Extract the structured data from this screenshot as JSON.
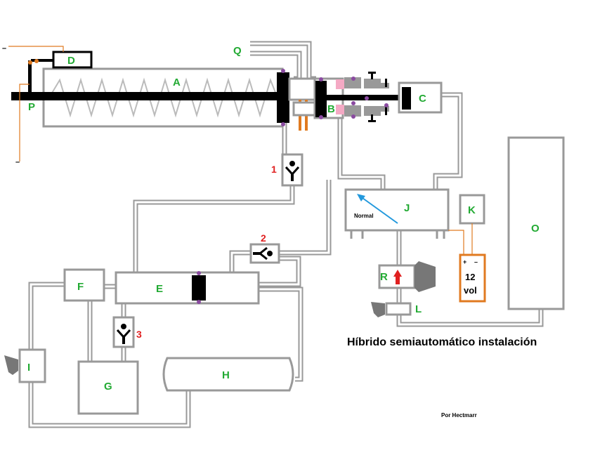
{
  "title": "Híbrido semiautomático instalación",
  "author": "Por Hectmarr",
  "labels": {
    "A": "A",
    "B": "B",
    "C": "C",
    "D": "D",
    "E": "E",
    "F": "F",
    "G": "G",
    "H": "H",
    "I": "I",
    "J": "J",
    "K": "K",
    "L": "L",
    "O": "O",
    "P": "P",
    "Q": "Q",
    "R": "R"
  },
  "valves": {
    "v1": "1",
    "v2": "2",
    "v3": "3"
  },
  "gauge_text": "Normal",
  "battery": {
    "plus": "+",
    "minus": "–",
    "value": "12",
    "unit": "vol"
  },
  "wire_marks": {
    "top": "–",
    "bottom": "–"
  },
  "colors": {
    "label": "#22aa33",
    "valve_number": "#e02020",
    "pipe": "#999999",
    "wire": "#e07a20",
    "arrow_red": "#e02020",
    "needle": "#2299dd",
    "pink": "#f4a9c4",
    "purple": "#8a4aa0"
  }
}
